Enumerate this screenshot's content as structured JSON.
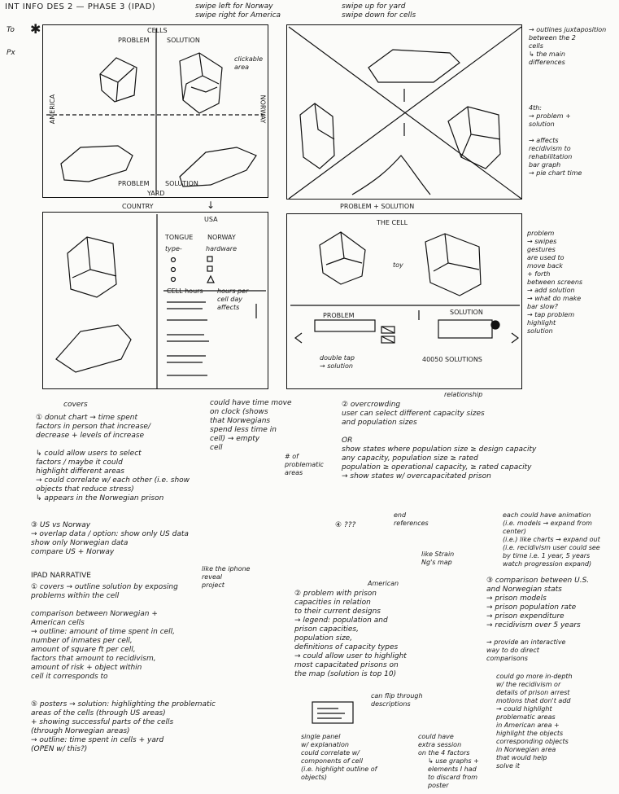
{
  "header": {
    "title": "INT INFO DES 2 — PHASE 3 (IPAD)",
    "swipe_lr": "swipe left for Norway\nswipe right for America",
    "swipe_ud": "swipe up for yard\nswipe down for cells",
    "to": "To",
    "px": "Px"
  },
  "frame1": {
    "top": "CELLS",
    "problem": "PROBLEM",
    "solution": "SOLUTION",
    "left": "AMERICA",
    "right": "NORWAY",
    "problem_b": "PROBLEM",
    "solution_b": "SOLUTION",
    "bottom": "YARD",
    "clickable": "clickable\narea",
    "country": "COUNTRY"
  },
  "frame2": {
    "caption": "PROBLEM + SOLUTION",
    "note": "→ outlines juxtaposition\nbetween the 2\ncells\n  ↳ the main\n    differences",
    "note2": "4th:\n→ problem +\n  solution\n\n  → affects\n   recidivism to\n   rehabilitation\n   bar graph\n  → pie chart time"
  },
  "frame3": {
    "usa": "USA",
    "legend_h1": "TONGUE",
    "legend_h2": "NORWAY",
    "type": "type-",
    "hardware": "hardware",
    "cell_header": "CELL  hours",
    "side_note": "hours per\ncell day\naffects",
    "right_note": "relationship"
  },
  "frame4": {
    "title": "THE CELL",
    "toy": "toy",
    "problem": "PROBLEM",
    "solution": "SOLUTION",
    "double_tap": "double tap\n→ solution",
    "solutions_count": "40050 SOLUTIONS",
    "note": "problem\n→ swipes\n  gestures\n  are used to\n  move back\n  + forth\n  between screens\n→ add solution\n→ what do make\n  bar slow?\n→ tap problem\n  highlight\n  solution"
  },
  "notes": {
    "covers": "covers",
    "n1": "① donut chart → time spent\nfactors in person that increase/\ndecrease + levels of increase\n\n  ↳ could allow users to select\n  factors / maybe it could\n  highlight different areas\n→ could correlate w/ each other (i.e. show\n  objects that reduce stress)\n    ↳ appears in the Norwegian prison",
    "time_move": "could have time move\non clock (shows\nthat Norwegians\nspend less time in\ncell) → empty\ncell",
    "problematic": "# of\nproblematic\nareas",
    "n2": "② overcrowding\nuser can select different capacity sizes\nand population sizes\n\nOR\nshow states where population size ≥ design capacity\nany capacity, population size ≥ rated\npopulation ≥ operational capacity,  ≥ rated capacity\n→ show states w/ overcapacitated prison",
    "n3": "③ US vs Norway\n→ overlap data / option: show only US data\n                show only Norwegian data\n                compare US + Norway",
    "n4": "④ ???",
    "end_ref": "end\nreferences",
    "ipad_narrative": "IPAD NARRATIVE",
    "iphone": "like the iphone\nreveal\nproject",
    "narr1": "① covers → outline solution by exposing\nproblems within the cell\n\ncomparison between Norwegian +\nAmerican cells\n→ outline: amount of time spent in cell,\n  number of inmates per cell,\n  amount of square ft per cell,\n  factors that amount to recidivism,\n  amount of risk + object within\n  cell it corresponds to",
    "narr2": "② problem with prison\ncapacities in relation\nto their current designs\n  → legend: population and\n  prison capacities,\n  population size,\n  definitions of capacity types\n  → could allow user to highlight\n  most capacitated prisons on\n  the map (solution is top 10)",
    "american": "American",
    "like_strain": "like Strain\nNg's map",
    "narr3": "③ comparison between U.S.\nand Norwegian stats\n  → prison models\n  → prison population rate\n  → prison expenditure\n  → recidivism over 5 years",
    "each_could": "each could have animation\n(i.e. models → expand from\ncenter)\n(i.e.) like charts → expand out\n(i.e. recidivism user could see\nby time i.e. 1 year, 5 years\nwatch progression expand)",
    "provide": "→ provide an interactive\nway to do direct\ncomparisons",
    "deeper": "could go more in-depth\nw/ the recidivism or\ndetails of prison arrest\nmotions that don't add\n→ could highlight\nproblematic areas\nin American area +\nhighlight the objects\ncorresponding objects\nin Norwegian area\nthat would help\nsolve it",
    "narr5": "⑤ posters → solution: highlighting the problematic\nareas of the cells (through US areas)\n+ showing successful parts of the cells\n(through Norwegian areas)\n→ outline: time spent in cells + yard\n(OPEN w/ this?)",
    "flip": "can flip through\ndescriptions",
    "single": "single panel\nw/ explanation\ncould correlate w/\ncomponents of cell\n(i.e. highlight outline of\nobjects)",
    "extra": "could have\nextra session\non the 4 factors",
    "graphs": "↳ use graphs +\nelements I had\nto discard from\nposter"
  }
}
